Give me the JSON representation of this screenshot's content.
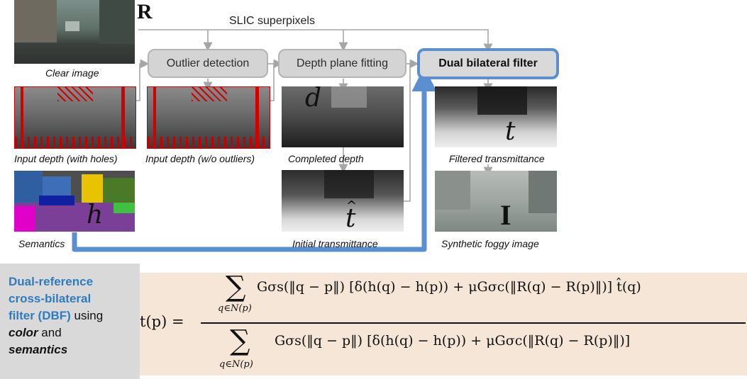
{
  "labels": {
    "R": "R",
    "slic": "SLIC superpixels",
    "outlier": "Outlier detection",
    "depth_fit": "Depth plane fitting",
    "dbf": "Dual bilateral filter"
  },
  "captions": {
    "clear": "Clear image",
    "input_holes": "Input depth (with holes)",
    "input_wo": "Input depth (w/o outliers)",
    "completed": "Completed depth",
    "semantics": "Semantics",
    "initial_t": "Initial transmittance",
    "filtered_t": "Filtered transmittance",
    "synthetic": "Synthetic foggy image"
  },
  "math_letters": {
    "d": "d",
    "h": "h",
    "t_hat": "t",
    "t": "t",
    "I": "I"
  },
  "panel": {
    "line1": "Dual-reference",
    "line2": "cross-bilateral",
    "line3a": "filter (DBF)",
    "line3b": " using",
    "line4a": "color",
    "line4b": " and",
    "line5": "semantics"
  },
  "formula": {
    "lhs": "t(p) =",
    "numerator": "Gσs(‖q − p‖) [δ(h(q) − h(p)) + μGσc(‖R(q) − R(p)‖)] t̂(q)",
    "denominator": "Gσs(‖q − p‖) [δ(h(q) − h(p)) + μGσc(‖R(q) − R(p)‖)]",
    "sum_sub": "q∈N(p)",
    "sum_symbol": "∑"
  },
  "colors": {
    "box_fill": "#d4d4d4",
    "arrow_gray": "#a6a6a6",
    "arrow_blue": "#5b8fd0",
    "panel_left": "#d9d9d9",
    "panel_right": "#f5e6d7",
    "accent_text": "#2f7bc0"
  }
}
